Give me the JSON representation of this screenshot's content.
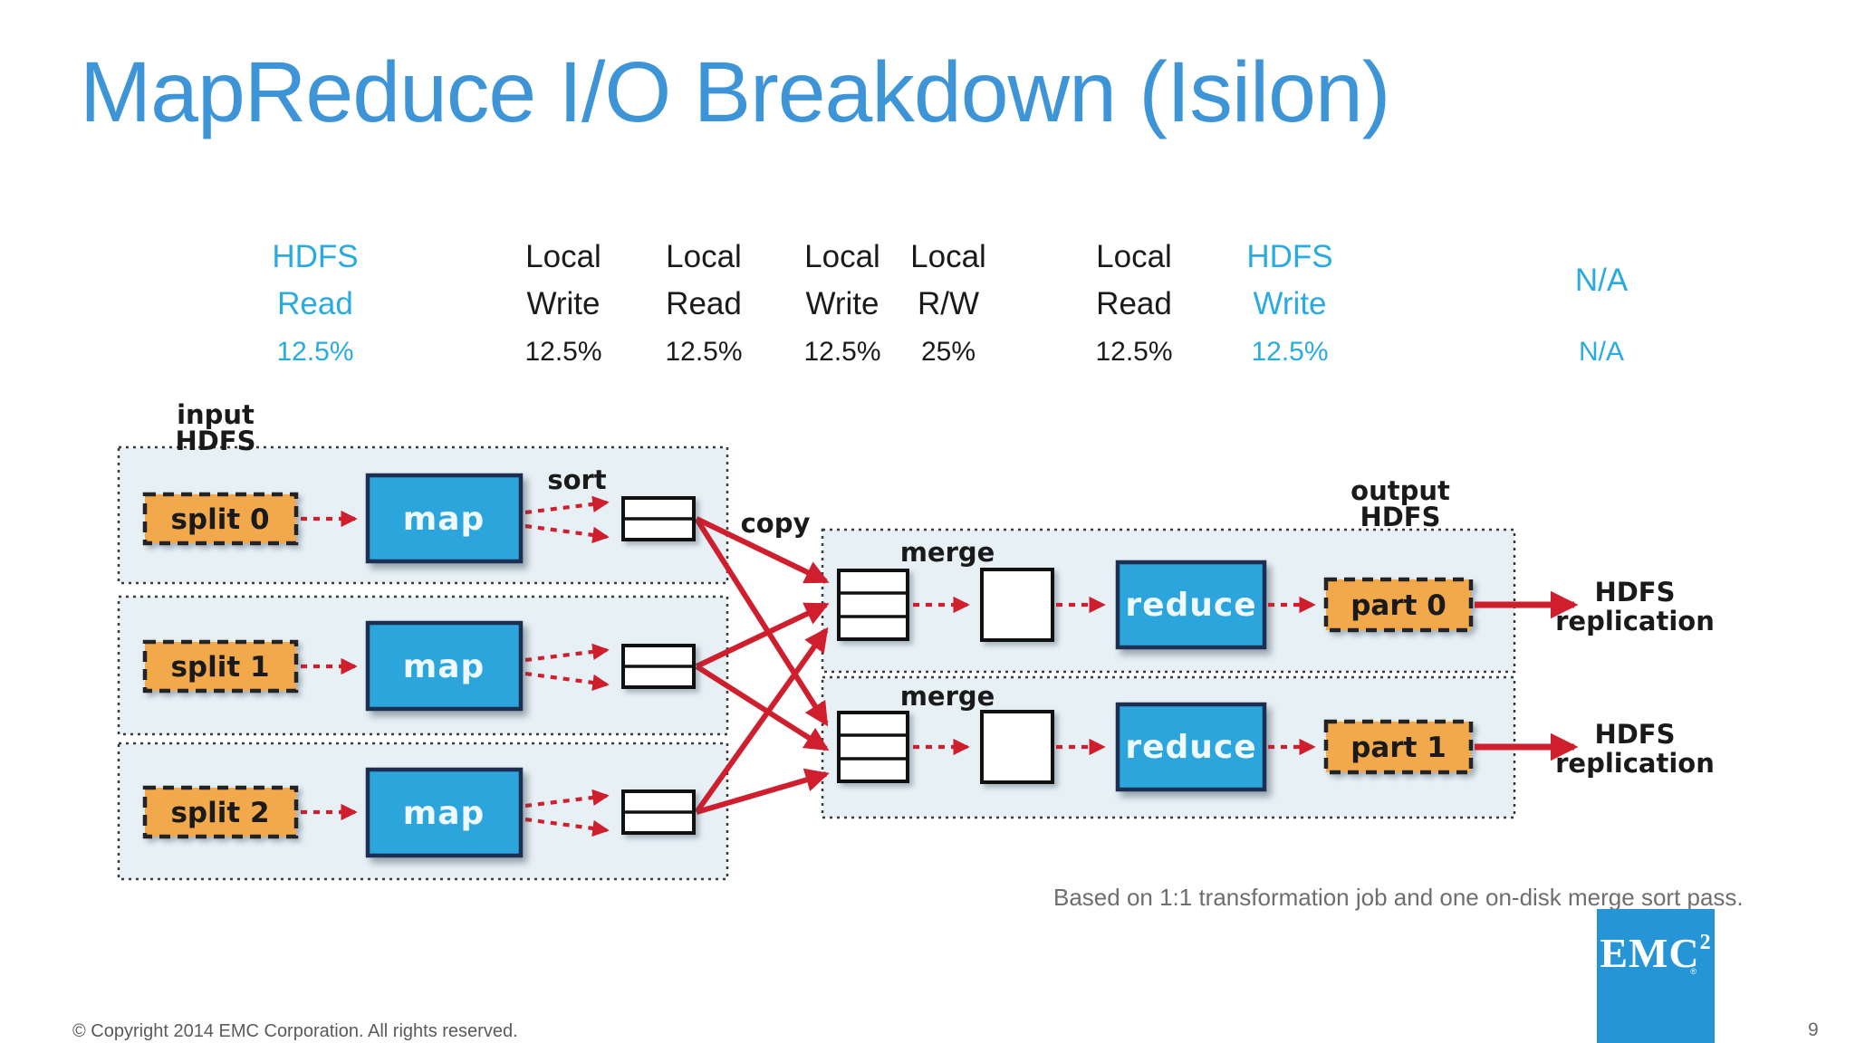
{
  "title": "MapReduce I/O Breakdown (Isilon)",
  "io_table": {
    "columns": [
      {
        "line1": "HDFS",
        "line2": "Read",
        "value": "12.5%",
        "style": "accent"
      },
      {
        "line1": "Local",
        "line2": "Write",
        "value": "12.5%",
        "style": "plain"
      },
      {
        "line1": "Local",
        "line2": "Read",
        "value": "12.5%",
        "style": "plain"
      },
      {
        "line1": "Local",
        "line2": "Write",
        "value": "12.5%",
        "style": "plain"
      },
      {
        "line1": "Local",
        "line2": "R/W",
        "value": "25%",
        "style": "plain"
      },
      {
        "line1": "Local",
        "line2": "Read",
        "value": "12.5%",
        "style": "plain"
      },
      {
        "line1": "HDFS",
        "line2": "Write",
        "value": "12.5%",
        "style": "accent"
      },
      {
        "line1": "N/A",
        "line2": "",
        "value": "N/A",
        "style": "accent"
      }
    ]
  },
  "diagram": {
    "input_hdfs_line1": "input",
    "input_hdfs_line2": "HDFS",
    "output_hdfs_line1": "output",
    "output_hdfs_line2": "HDFS",
    "split_0": "split 0",
    "split_1": "split 1",
    "split_2": "split 2",
    "map": "map",
    "reduce": "reduce",
    "sort": "sort",
    "copy": "copy",
    "merge": "merge",
    "part_0": "part 0",
    "part_1": "part 1",
    "hdfs_replication_line1": "HDFS",
    "hdfs_replication_line2": "replication"
  },
  "note": "Based on 1:1 transformation job and one on-disk merge sort pass.",
  "footer": {
    "copyright": "© Copyright 2014 EMC Corporation. All rights reserved.",
    "page": "9"
  },
  "logo": {
    "text": "EMC",
    "superscript": "2",
    "registered": "®"
  },
  "colors": {
    "title_blue": "#3d95d8",
    "accent_blue": "#29abe2",
    "box_blue": "#2ba5dc",
    "box_orange": "#f2a94c",
    "arrow_red": "#cf1f2e",
    "panel_fill": "#e7f0f5",
    "logo_blue": "#2595d5"
  }
}
